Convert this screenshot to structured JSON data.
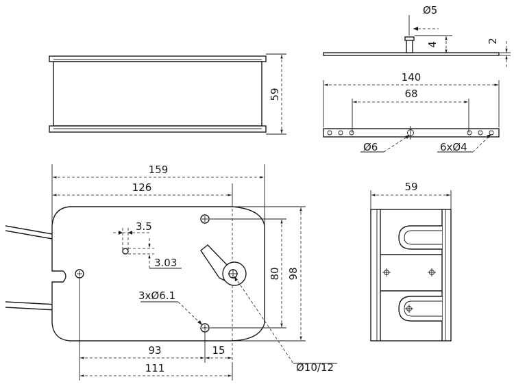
{
  "dimensions": {
    "top_height": "59",
    "shaft_diameter": "Ø5",
    "shaft_length": "4",
    "plate_thickness": "2",
    "plate_length": "140",
    "hole_spacing": "68",
    "center_hole": "Ø6",
    "mount_holes": "6xØ4",
    "overall_length": "159",
    "body_length": "126",
    "offset_x": "3.5",
    "offset_y": "3.03",
    "holes": "3xØ6.1",
    "hole_height": "80",
    "body_height": "98",
    "hole_dist_a": "93",
    "hole_dist_b": "15",
    "hole_dist_c": "111",
    "spindle": "Ø10/12",
    "side_width": "59"
  }
}
